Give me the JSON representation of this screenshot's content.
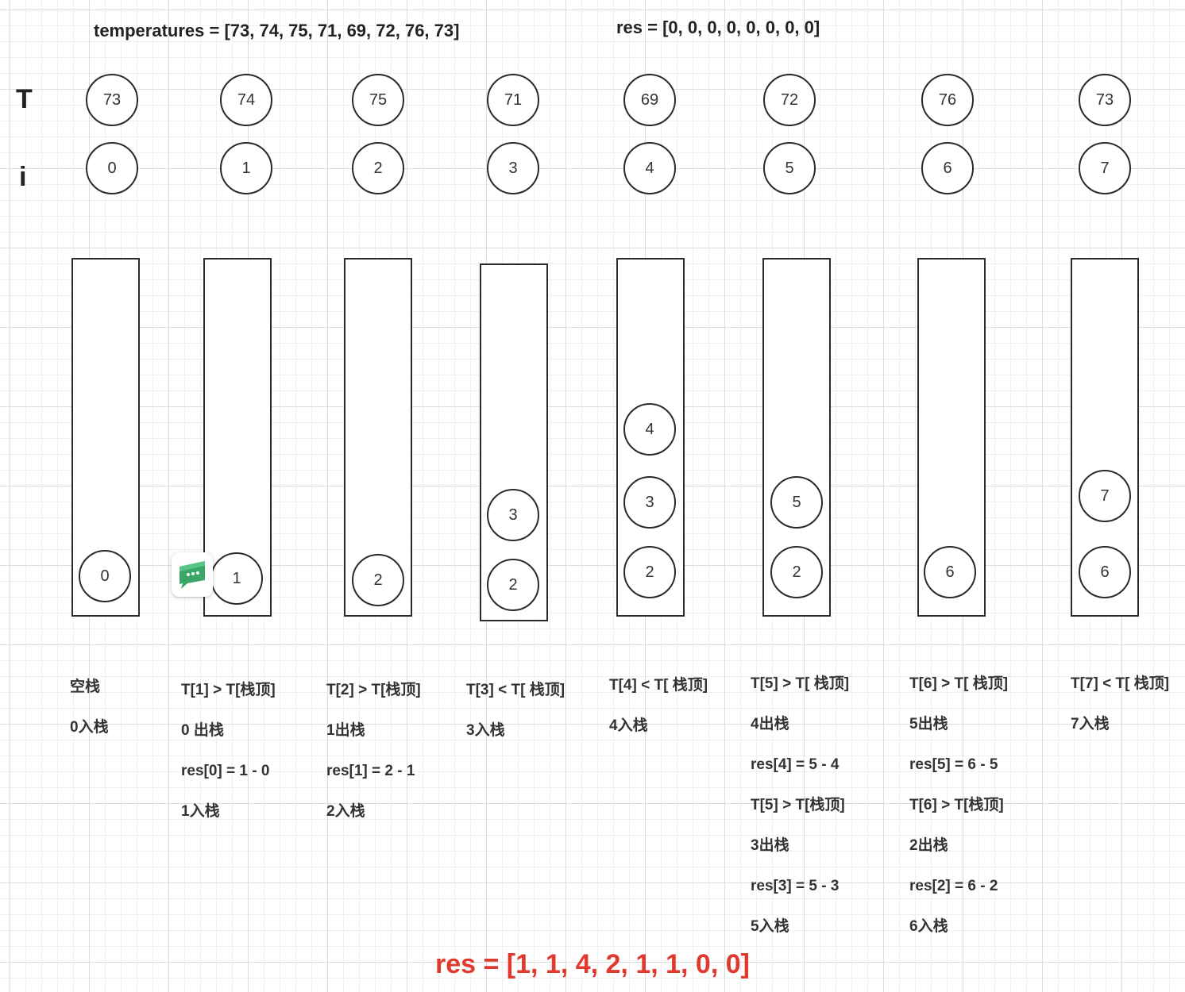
{
  "header": {
    "temperatures": "temperatures = [73, 74, 75, 71, 69, 72, 76, 73]",
    "res_init": "res = [0, 0, 0, 0, 0, 0, 0, 0]"
  },
  "labels": {
    "T": "T",
    "i": "i"
  },
  "T_values": [
    "73",
    "74",
    "75",
    "71",
    "69",
    "72",
    "76",
    "73"
  ],
  "i_values": [
    "0",
    "1",
    "2",
    "3",
    "4",
    "5",
    "6",
    "7"
  ],
  "stacks": [
    [
      "0"
    ],
    [
      "1"
    ],
    [
      "2"
    ],
    [
      "2",
      "3"
    ],
    [
      "2",
      "3",
      "4"
    ],
    [
      "2",
      "5"
    ],
    [
      "6"
    ],
    [
      "6",
      "7"
    ]
  ],
  "notes": [
    [
      "空栈",
      "0入栈"
    ],
    [
      "T[1] > T[栈顶]",
      "0 出栈",
      "res[0] = 1 - 0",
      "1入栈"
    ],
    [
      "T[2] > T[栈顶]",
      "1出栈",
      "res[1] = 2 - 1",
      "2入栈"
    ],
    [
      "T[3] < T[ 栈顶]",
      "3入栈"
    ],
    [
      "T[4] < T[ 栈顶]",
      "4入栈"
    ],
    [
      "T[5] > T[ 栈顶]",
      "4出栈",
      "res[4] = 5 - 4",
      "T[5] > T[栈顶]",
      "3出栈",
      "res[3] = 5 - 3",
      "5入栈"
    ],
    [
      "T[6] > T[ 栈顶]",
      "5出栈",
      "res[5] = 6 - 5",
      "T[6] > T[栈顶]",
      "2出栈",
      "res[2] = 6 - 2",
      "6入栈"
    ],
    [
      "T[7] < T[ 栈顶]",
      "7入栈"
    ]
  ],
  "result": "res = [1, 1, 4, 2, 1, 1, 0, 0]",
  "colors": {
    "result": "#e03a2e",
    "chat_icon": "#3aa66a"
  },
  "icons": {
    "floating": "chat-bubble-icon"
  }
}
